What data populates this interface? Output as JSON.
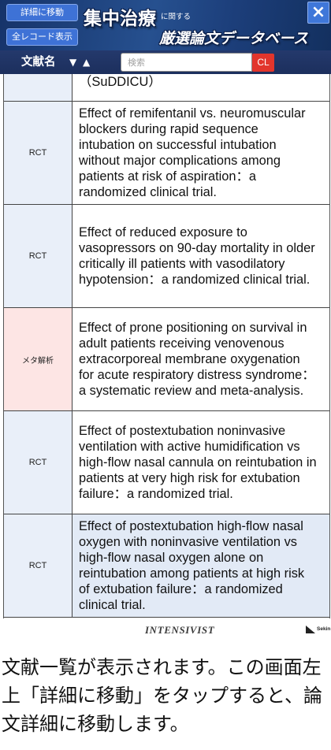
{
  "header": {
    "detail_button_label": "詳細に移動",
    "all_records_button_label": "全レコード表示",
    "title_main": "集中治療",
    "title_connector": "に関する",
    "title_sub": "厳選論文データベース",
    "close_icon": "close-icon"
  },
  "toolbar": {
    "sort_field_label": "文献名",
    "sort_descending_icon": "sort-descending-icon",
    "sort_ascending_icon": "sort-ascending-icon",
    "search_placeholder": "検索",
    "search_value": "",
    "clear_button_label": "CL"
  },
  "articles": [
    {
      "title": "（SuDDICU）"
    },
    {
      "type": "RCT",
      "title": "Effect of remifentanil vs. neuromuscular blockers during rapid sequence intubation on successful intubation without major complications among patients at risk of aspiration：a randomized clinical trial."
    },
    {
      "type": "RCT",
      "title": "Effect of reduced exposure to vasopressors on 90-day mortality in older critically ill patients with vasodilatory hypotension：a randomized clinical trial."
    },
    {
      "type": "メタ解析",
      "title": "Effect of prone positioning on survival in adult patients receiving venovenous extracorporeal membrane oxygenation for acute respiratory distress syndrome：a systematic review and meta-analysis."
    },
    {
      "type": "RCT",
      "title": "Effect of postextubation noninvasive ventilation with active humidification vs high-flow nasal cannula on reintubation in patients at very high risk for extubation failure：a randomized trial."
    },
    {
      "type": "RCT",
      "title": "Effect of postextubation high-flow nasal oxygen with noninvasive ventilation vs high-flow nasal oxygen alone on reintubation among patients at high risk of extubation failure：a randomized clinical trial."
    }
  ],
  "footer": {
    "logo_text": "INTENSIVIST",
    "sponsor_icon": "sponsor-logo-icon",
    "sponsor_text": "Sekin"
  },
  "caption": {
    "lines": [
      "文献一覧が表示されます。この画面左",
      "上「詳細に移動」をタップすると、論",
      "文詳細に移動します。"
    ]
  },
  "colors": {
    "header_button": "#3e72d6",
    "close_button": "#3f77d9",
    "toolbar": "#1c2f5d",
    "clear_button": "#e2352c",
    "rct_cell": "#e9eff9",
    "meta_cell": "#fde5e4",
    "selected_row": "#e2eaf6"
  }
}
